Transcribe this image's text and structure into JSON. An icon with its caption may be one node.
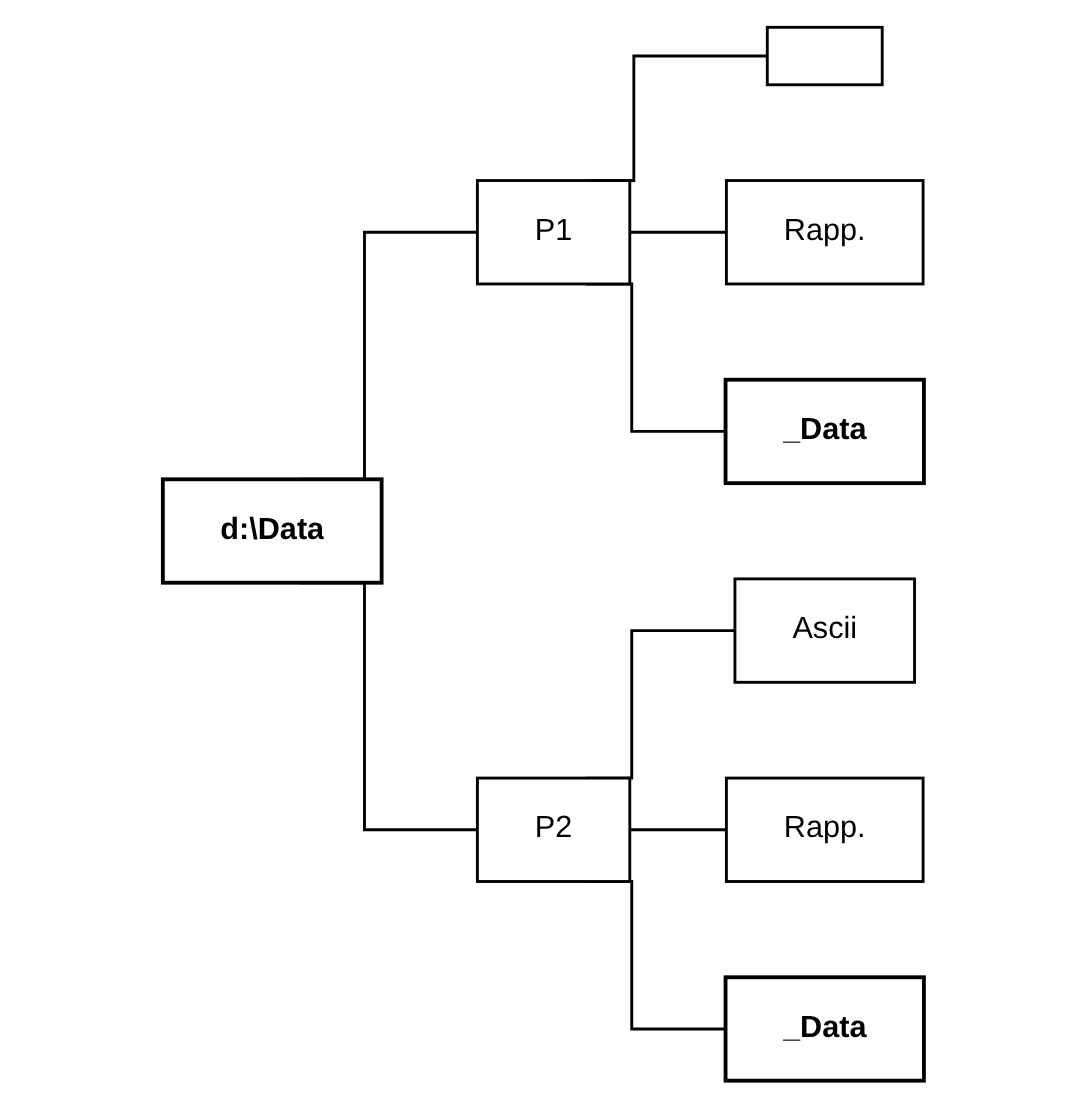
{
  "diagram": {
    "nodes": [
      {
        "text": [
          "d:\\Data"
        ]
      },
      {
        "text": [
          "P1"
        ]
      },
      {
        "text": [],
        "shape": "box"
      },
      {
        "text": [
          "Rapp."
        ]
      },
      {
        "text": [
          "_Data"
        ]
      },
      {
        "text": [
          "P2"
        ]
      },
      {
        "text": [
          "Ascii"
        ]
      },
      {
        "text": [
          "Rapp."
        ]
      },
      {
        "text": [
          "_Data"
        ]
      }
    ],
    "edges": [
      {
        "from": 0,
        "to": 1,
        "arrow": "none"
      },
      {
        "from": 0,
        "to": 5,
        "arrow": "none"
      },
      {
        "from": 1,
        "to": 2,
        "arrow": "none"
      },
      {
        "from": 1,
        "to": 3,
        "arrow": "none"
      },
      {
        "from": 1,
        "to": 4,
        "arrow": "none"
      },
      {
        "from": 5,
        "to": 6,
        "arrow": "none"
      },
      {
        "from": 5,
        "to": 7,
        "arrow": "none"
      },
      {
        "from": 5,
        "to": 8,
        "arrow": "none"
      }
    ]
  }
}
